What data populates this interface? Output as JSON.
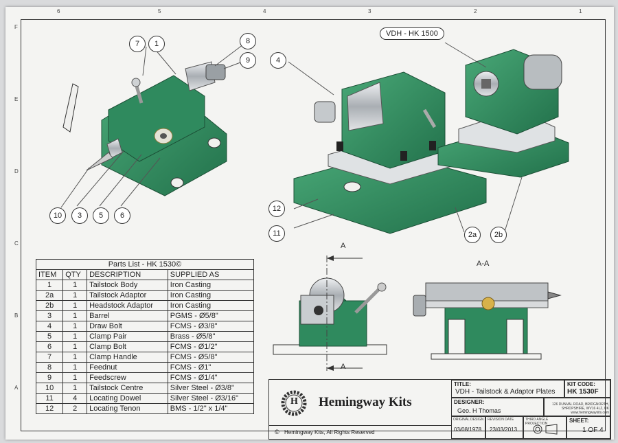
{
  "zones": {
    "top": [
      "6",
      "5",
      "4",
      "3",
      "2",
      "1"
    ],
    "side": [
      "F",
      "E",
      "D",
      "C",
      "B",
      "A"
    ]
  },
  "callouts": [
    "7",
    "1",
    "8",
    "9",
    "4",
    "10",
    "3",
    "5",
    "6",
    "12",
    "11",
    "2a",
    "2b"
  ],
  "model_tag": "VDH - HK 1500",
  "section": {
    "marker": "A",
    "view_title": "A-A"
  },
  "parts_list": {
    "title": "Parts List - HK 1530©",
    "headers": [
      "ITEM",
      "QTY",
      "DESCRIPTION",
      "SUPPLIED AS"
    ],
    "rows": [
      [
        "1",
        "1",
        "Tailstock Body",
        "Iron Casting"
      ],
      [
        "2a",
        "1",
        "Tailstock Adaptor",
        "Iron Casting"
      ],
      [
        "2b",
        "1",
        "Headstock Adaptor",
        "Iron Casting"
      ],
      [
        "3",
        "1",
        "Barrel",
        "PGMS - Ø5/8\""
      ],
      [
        "4",
        "1",
        "Draw Bolt",
        "FCMS - Ø3/8\""
      ],
      [
        "5",
        "1",
        "Clamp Pair",
        "Brass - Ø5/8\""
      ],
      [
        "6",
        "1",
        "Clamp Bolt",
        "FCMS - Ø1/2\""
      ],
      [
        "7",
        "1",
        "Clamp Handle",
        "FCMS - Ø5/8\""
      ],
      [
        "8",
        "1",
        "Feednut",
        "FCMS - Ø1\""
      ],
      [
        "9",
        "1",
        "Feedscrew",
        "FCMS - Ø1/4\""
      ],
      [
        "10",
        "1",
        "Tailstock Centre",
        "Silver Steel - Ø3/8\""
      ],
      [
        "11",
        "4",
        "Locating Dowel",
        "Silver Steel - Ø3/16\""
      ],
      [
        "12",
        "2",
        "Locating Tenon",
        "BMS - 1/2\" x 1/4\""
      ]
    ]
  },
  "title_block": {
    "logo_letter": "H",
    "company": "Hemingway Kits",
    "title_label": "TITLE:",
    "title": "VDH - Tailstock & Adaptor Plates",
    "kit_code_label": "KIT CODE:",
    "kit_code": "HK 1530F",
    "designer_label": "DESIGNER:",
    "designer": "Geo. H Thomas",
    "address": "126 DUNVAL ROAD, BRIDGNORTH, SHROPSHIRE, WV16 4LZ, UK www.hemingwaykits.com",
    "original_design_label": "ORIGINAL DESIGN",
    "original_design": "03/08/1978",
    "revision_label": "REVISION DATE",
    "revision_date": "23/03/2013",
    "projection_label": "THIRD ANGLE PROJECTION",
    "sheet_label": "SHEET:",
    "sheet": "1 OF 4",
    "copyright": "Hemingway Kits, All Rights Reserved"
  },
  "colors": {
    "casting_green": "#2f8a5e",
    "steel": "#c8ccd0",
    "paper": "#f4f4f2"
  }
}
